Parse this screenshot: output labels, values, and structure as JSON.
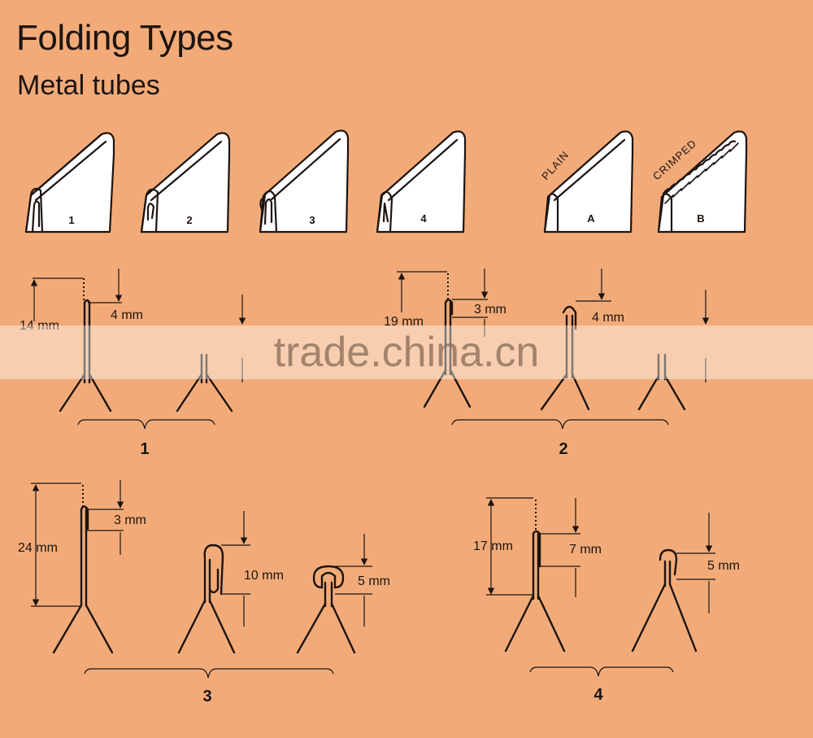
{
  "title": "Folding Types",
  "subtitle": "Metal tubes",
  "tubes": [
    {
      "num": "1"
    },
    {
      "num": "2"
    },
    {
      "num": "3"
    },
    {
      "num": "4"
    },
    {
      "num": "A",
      "word": "PLAIN"
    },
    {
      "num": "B",
      "word": "CRIMPED"
    }
  ],
  "groups": [
    {
      "label": "1",
      "height": "14 mm",
      "fold": "4 mm"
    },
    {
      "label": "2",
      "height": "19 mm",
      "fold_a": "3 mm",
      "fold_b": "4 mm"
    },
    {
      "label": "3",
      "height": "24 mm",
      "fold_a": "3 mm",
      "fold_b": "10 mm",
      "fold_c": "5 mm"
    },
    {
      "label": "4",
      "height": "17 mm",
      "fold_a": "7 mm",
      "fold_b": "5 mm"
    }
  ],
  "watermark": "trade.china.cn"
}
